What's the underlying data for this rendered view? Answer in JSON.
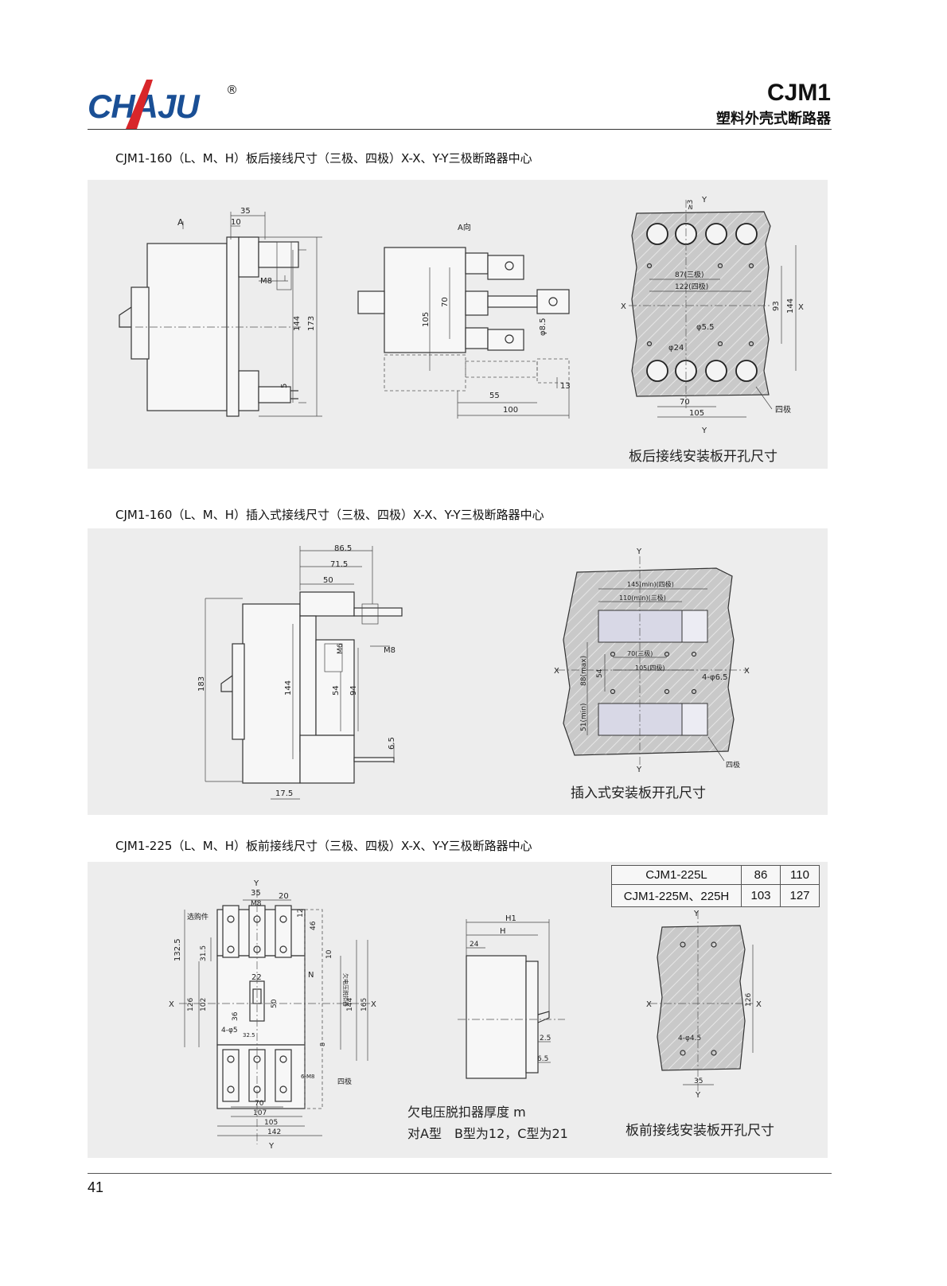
{
  "header": {
    "brand": "CHAJU",
    "registered_mark": "®",
    "model": "CJM1",
    "subtitle": "塑料外壳式断路器"
  },
  "sections": [
    {
      "title": "CJM1-160（L、M、H）板后接线尺寸（三极、四极）X-X、Y-Y三极断路器中心",
      "side_dims": [
        "A",
        "35",
        "10",
        "M8",
        "144",
        "173",
        "5"
      ],
      "front_dims": [
        "A向",
        "70",
        "105",
        "φ8.5",
        "55",
        "100",
        "13"
      ],
      "plate_dims": [
        "Y",
        "≥3",
        "87(三极)",
        "122(四极)",
        "X",
        "93",
        "144",
        "X",
        "φ5.5",
        "φ24",
        "70",
        "105",
        "四极",
        "Y"
      ],
      "caption": "板后接线安装板开孔尺寸"
    },
    {
      "title": "CJM1-160（L、M、H）插入式接线尺寸（三极、四极）X-X、Y-Y三极断路器中心",
      "side_dims": [
        "86.5",
        "71.5",
        "50",
        "M6",
        "M8",
        "183",
        "144",
        "54",
        "94",
        "6.5",
        "17.5"
      ],
      "plate_dims": [
        "Y",
        "145(min)(四极)",
        "110(min)(三极)",
        "X",
        "70(三极)",
        "105(四极)",
        "X",
        "88(max)",
        "54",
        "4-φ6.5",
        "51(min)",
        "四极",
        "Y"
      ],
      "caption": "插入式安装板开孔尺寸"
    },
    {
      "title": "CJM1-225（L、M、H）板前接线尺寸（三极、四极）X-X、Y-Y三极断路器中心",
      "front_dims": [
        "Y",
        "35",
        "20",
        "M8",
        "12",
        "46",
        "选购件",
        "132.5",
        "31.5",
        "10",
        "N",
        "22",
        "X",
        "126",
        "102",
        "50",
        "144",
        "165",
        "X",
        "36",
        "4-φ5",
        "32.5",
        "8",
        "6-M8",
        "四极",
        "70",
        "107",
        "105",
        "142",
        "Y",
        "欠电压脱扣器"
      ],
      "side_dims": [
        "H1",
        "H",
        "24",
        "2.5",
        "6.5"
      ],
      "note_line1": "欠电压脱扣器厚度 m",
      "note_line2": "对A型　B型为12，C型为21",
      "table": [
        [
          "CJM1-225L",
          "86",
          "110"
        ],
        [
          "CJM1-225M、225H",
          "103",
          "127"
        ]
      ],
      "plate_dims": [
        "Y",
        "X",
        "126",
        "X",
        "4-φ4.5",
        "35",
        "Y"
      ],
      "caption": "板前接线安装板开孔尺寸"
    }
  ],
  "footer": {
    "page_number": "41"
  }
}
